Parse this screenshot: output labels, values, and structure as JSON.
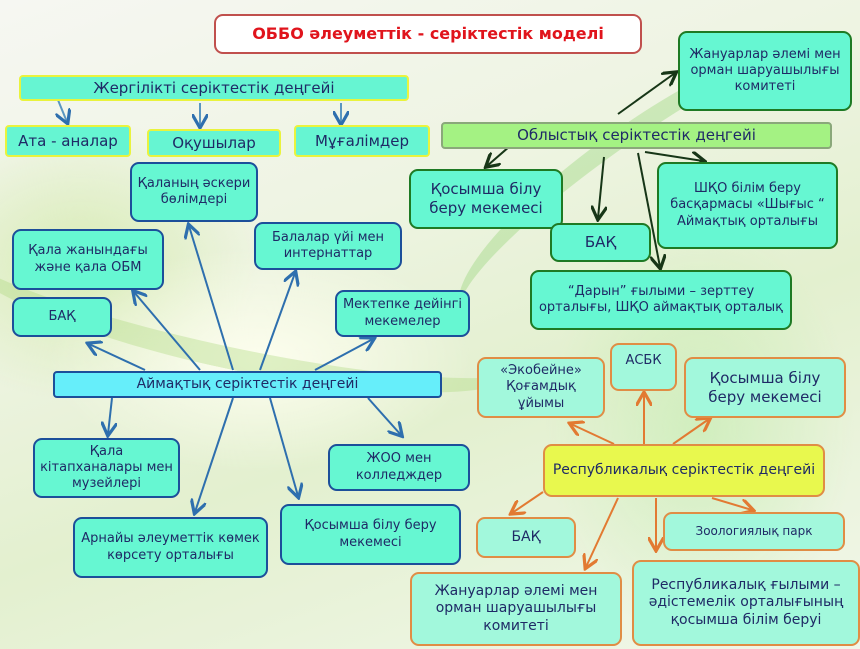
{
  "title": "ОББО әлеуметтік -  серіктестік моделі",
  "local": {
    "label": "Жергілікті серіктестік деңгейі",
    "items": [
      "Ата - аналар",
      "Оқушылар",
      "Мұғалімдер"
    ]
  },
  "regional": {
    "label": "Аймақтық  серіктестік  деңгейі",
    "items": [
      "Қаланың әскери бөлімдері",
      "Қала жанындағы және қала ОБМ",
      "Балалар үйі мен интернаттар",
      "БАҚ",
      "Мектепке дейінгі мекемелер",
      "Қала кітапханалары мен  музейлері",
      "ЖОО мен колледждер",
      "Арнайы  әлеуметтік көмек  көрсету орталығы",
      "Қосымша білу беру мекемесі"
    ]
  },
  "oblast": {
    "label": "Облыстық  серіктестік   деңгейі",
    "items": [
      "Жануарлар әлемі мен  орман шаруашылығы комитеті",
      "Қосымша білу беру мекемесі",
      "БАҚ",
      "ШҚО білім беру басқармасы «Шығыс “ Аймақтық орталығы",
      "“Дарын” ғылыми – зерттеу орталығы, ШҚО аймақтық орталық"
    ]
  },
  "republic": {
    "label": "Республикалық серіктестік деңгейі",
    "items": [
      "«Экобейне» Қоғамдық ұйымы",
      "АСБК",
      "Қосымша білу беру мекемесі",
      "БАҚ",
      "Зоологиялық парк",
      "Жануарлар әлемі мен орман шаруашылығы комитеті",
      "Республикалық ғылыми – әдістемелік орталығының қосымша білім беруі"
    ]
  },
  "colors": {
    "title": "#e0141c",
    "regional_arrow": "#2e6fae",
    "oblast_arrow": "#173617",
    "republic_arrow": "#e27a32"
  }
}
